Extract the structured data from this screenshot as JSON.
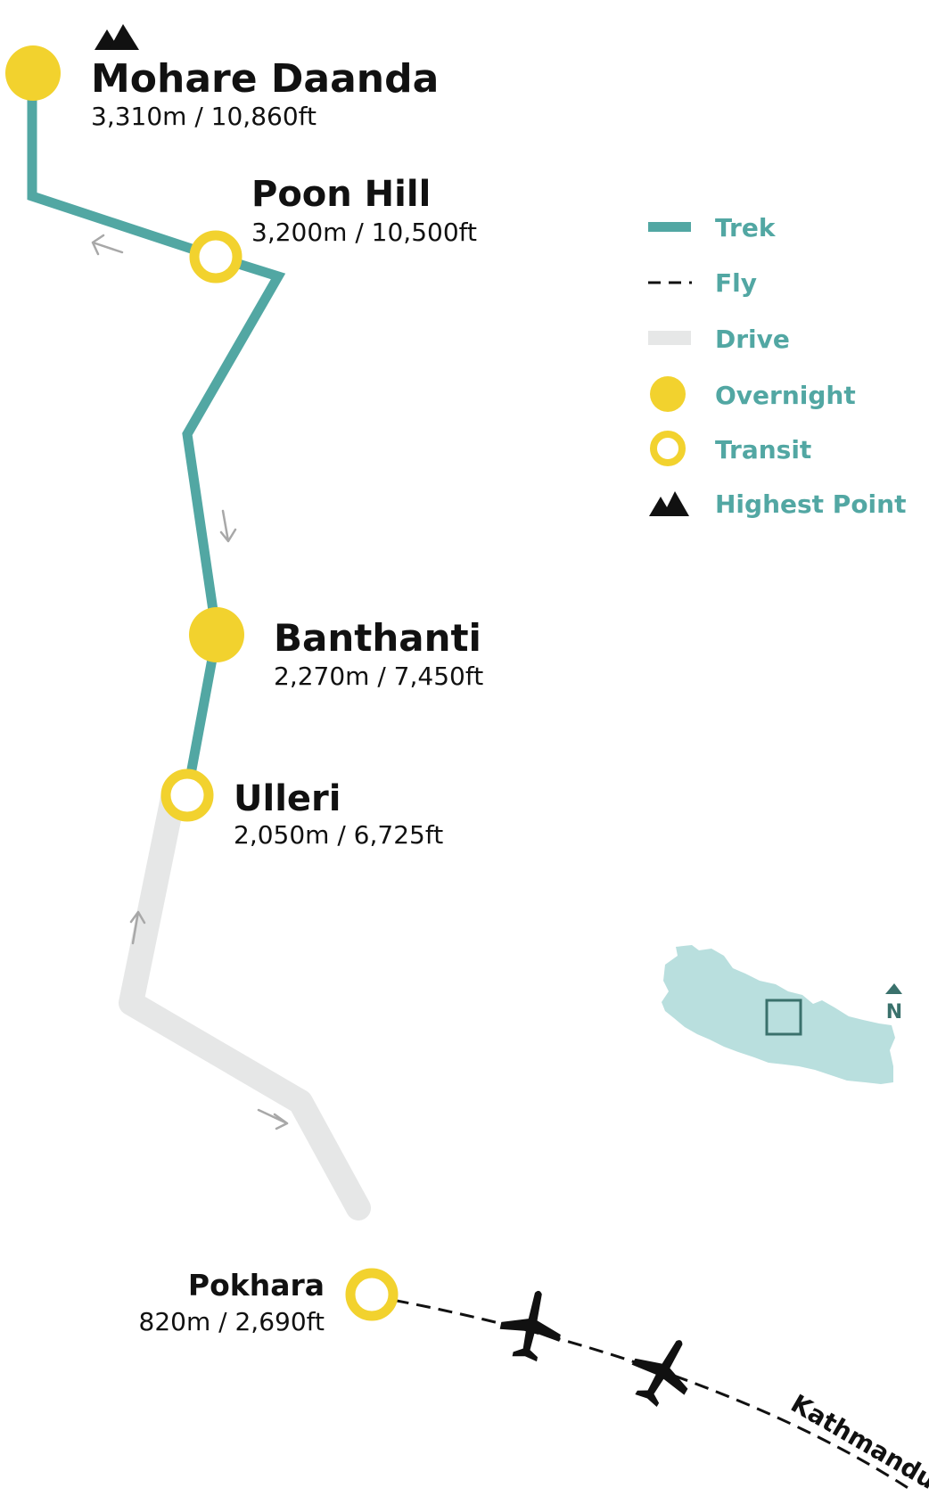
{
  "colors": {
    "trek": "#52a7a3",
    "drive": "#e6e7e7",
    "marker": "#f2d22e",
    "text": "#111111",
    "legend_text": "#52a7a3",
    "arrow": "#a8a8a8",
    "nepal_fill": "#b9dfde",
    "nepal_box": "#3a716c"
  },
  "places": {
    "mohare_daanda": {
      "name": "Mohare Daanda",
      "elevation": "3,310m / 10,860ft",
      "type": "overnight",
      "highest": true
    },
    "poon_hill": {
      "name": "Poon Hill",
      "elevation": "3,200m / 10,500ft",
      "type": "transit"
    },
    "banthanti": {
      "name": "Banthanti",
      "elevation": "2,270m / 7,450ft",
      "type": "overnight"
    },
    "ulleri": {
      "name": "Ulleri",
      "elevation": "2,050m / 6,725ft",
      "type": "transit"
    },
    "pokhara": {
      "name": "Pokhara",
      "elevation": "820m / 2,690ft",
      "type": "transit"
    }
  },
  "destination": {
    "name": "Kathmandu"
  },
  "legend": {
    "trek": "Trek",
    "fly": "Fly",
    "drive": "Drive",
    "overnight": "Overnight",
    "transit": "Transit",
    "highest": "Highest Point"
  },
  "icons": {
    "highest": "mountain-peaks-icon",
    "plane": "airplane-icon",
    "direction": "direction-arrow-icon",
    "north": "north-arrow-icon"
  },
  "inset": {
    "north_label": "N"
  }
}
